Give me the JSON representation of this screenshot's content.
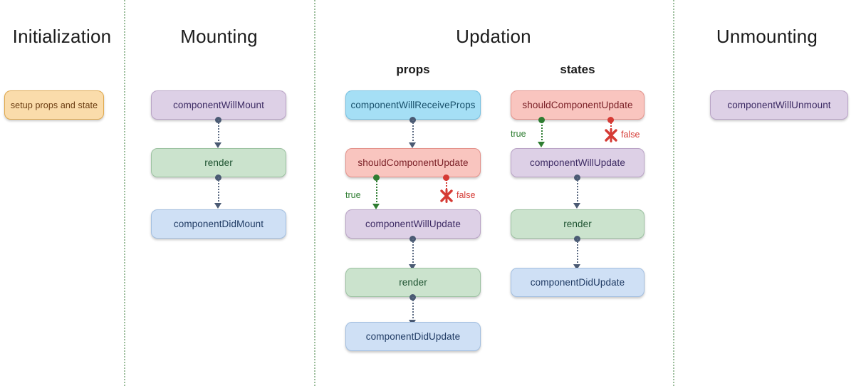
{
  "diagram": {
    "title_initialization": "Initialization",
    "title_mounting": "Mounting",
    "title_updation": "Updation",
    "title_unmounting": "Unmounting",
    "subtitle_props": "props",
    "subtitle_states": "states",
    "colors": {
      "divider": "#7aa87a",
      "purple": "#ddd0e6",
      "green": "#cbe3cd",
      "blue": "#cfe0f5",
      "cyan": "#a5dff5",
      "pink": "#f9c5bf",
      "orange": "#fadcab",
      "true_branch": "#2f7d32",
      "false_branch": "#d53a34",
      "connector": "#5b6a82"
    },
    "nodes": {
      "setup_props_and_state": "setup props and state",
      "mounting_will_mount": "componentWillMount",
      "mounting_render": "render",
      "mounting_did_mount": "componentDidMount",
      "props_will_receive_props": "componentWillReceiveProps",
      "props_should_update": "shouldComponentUpdate",
      "props_will_update": "componentWillUpdate",
      "props_render": "render",
      "props_did_update": "componentDidUpdate",
      "states_should_update": "shouldComponentUpdate",
      "states_will_update": "componentWillUpdate",
      "states_render": "render",
      "states_did_update": "componentDidUpdate",
      "unmounting_will_unmount": "componentWillUnmount"
    },
    "branches": {
      "props_true": "true",
      "props_false": "false",
      "states_true": "true",
      "states_false": "false"
    },
    "icons": {
      "props_false_icon": "red-x-stop-icon",
      "states_false_icon": "red-x-stop-icon"
    }
  }
}
